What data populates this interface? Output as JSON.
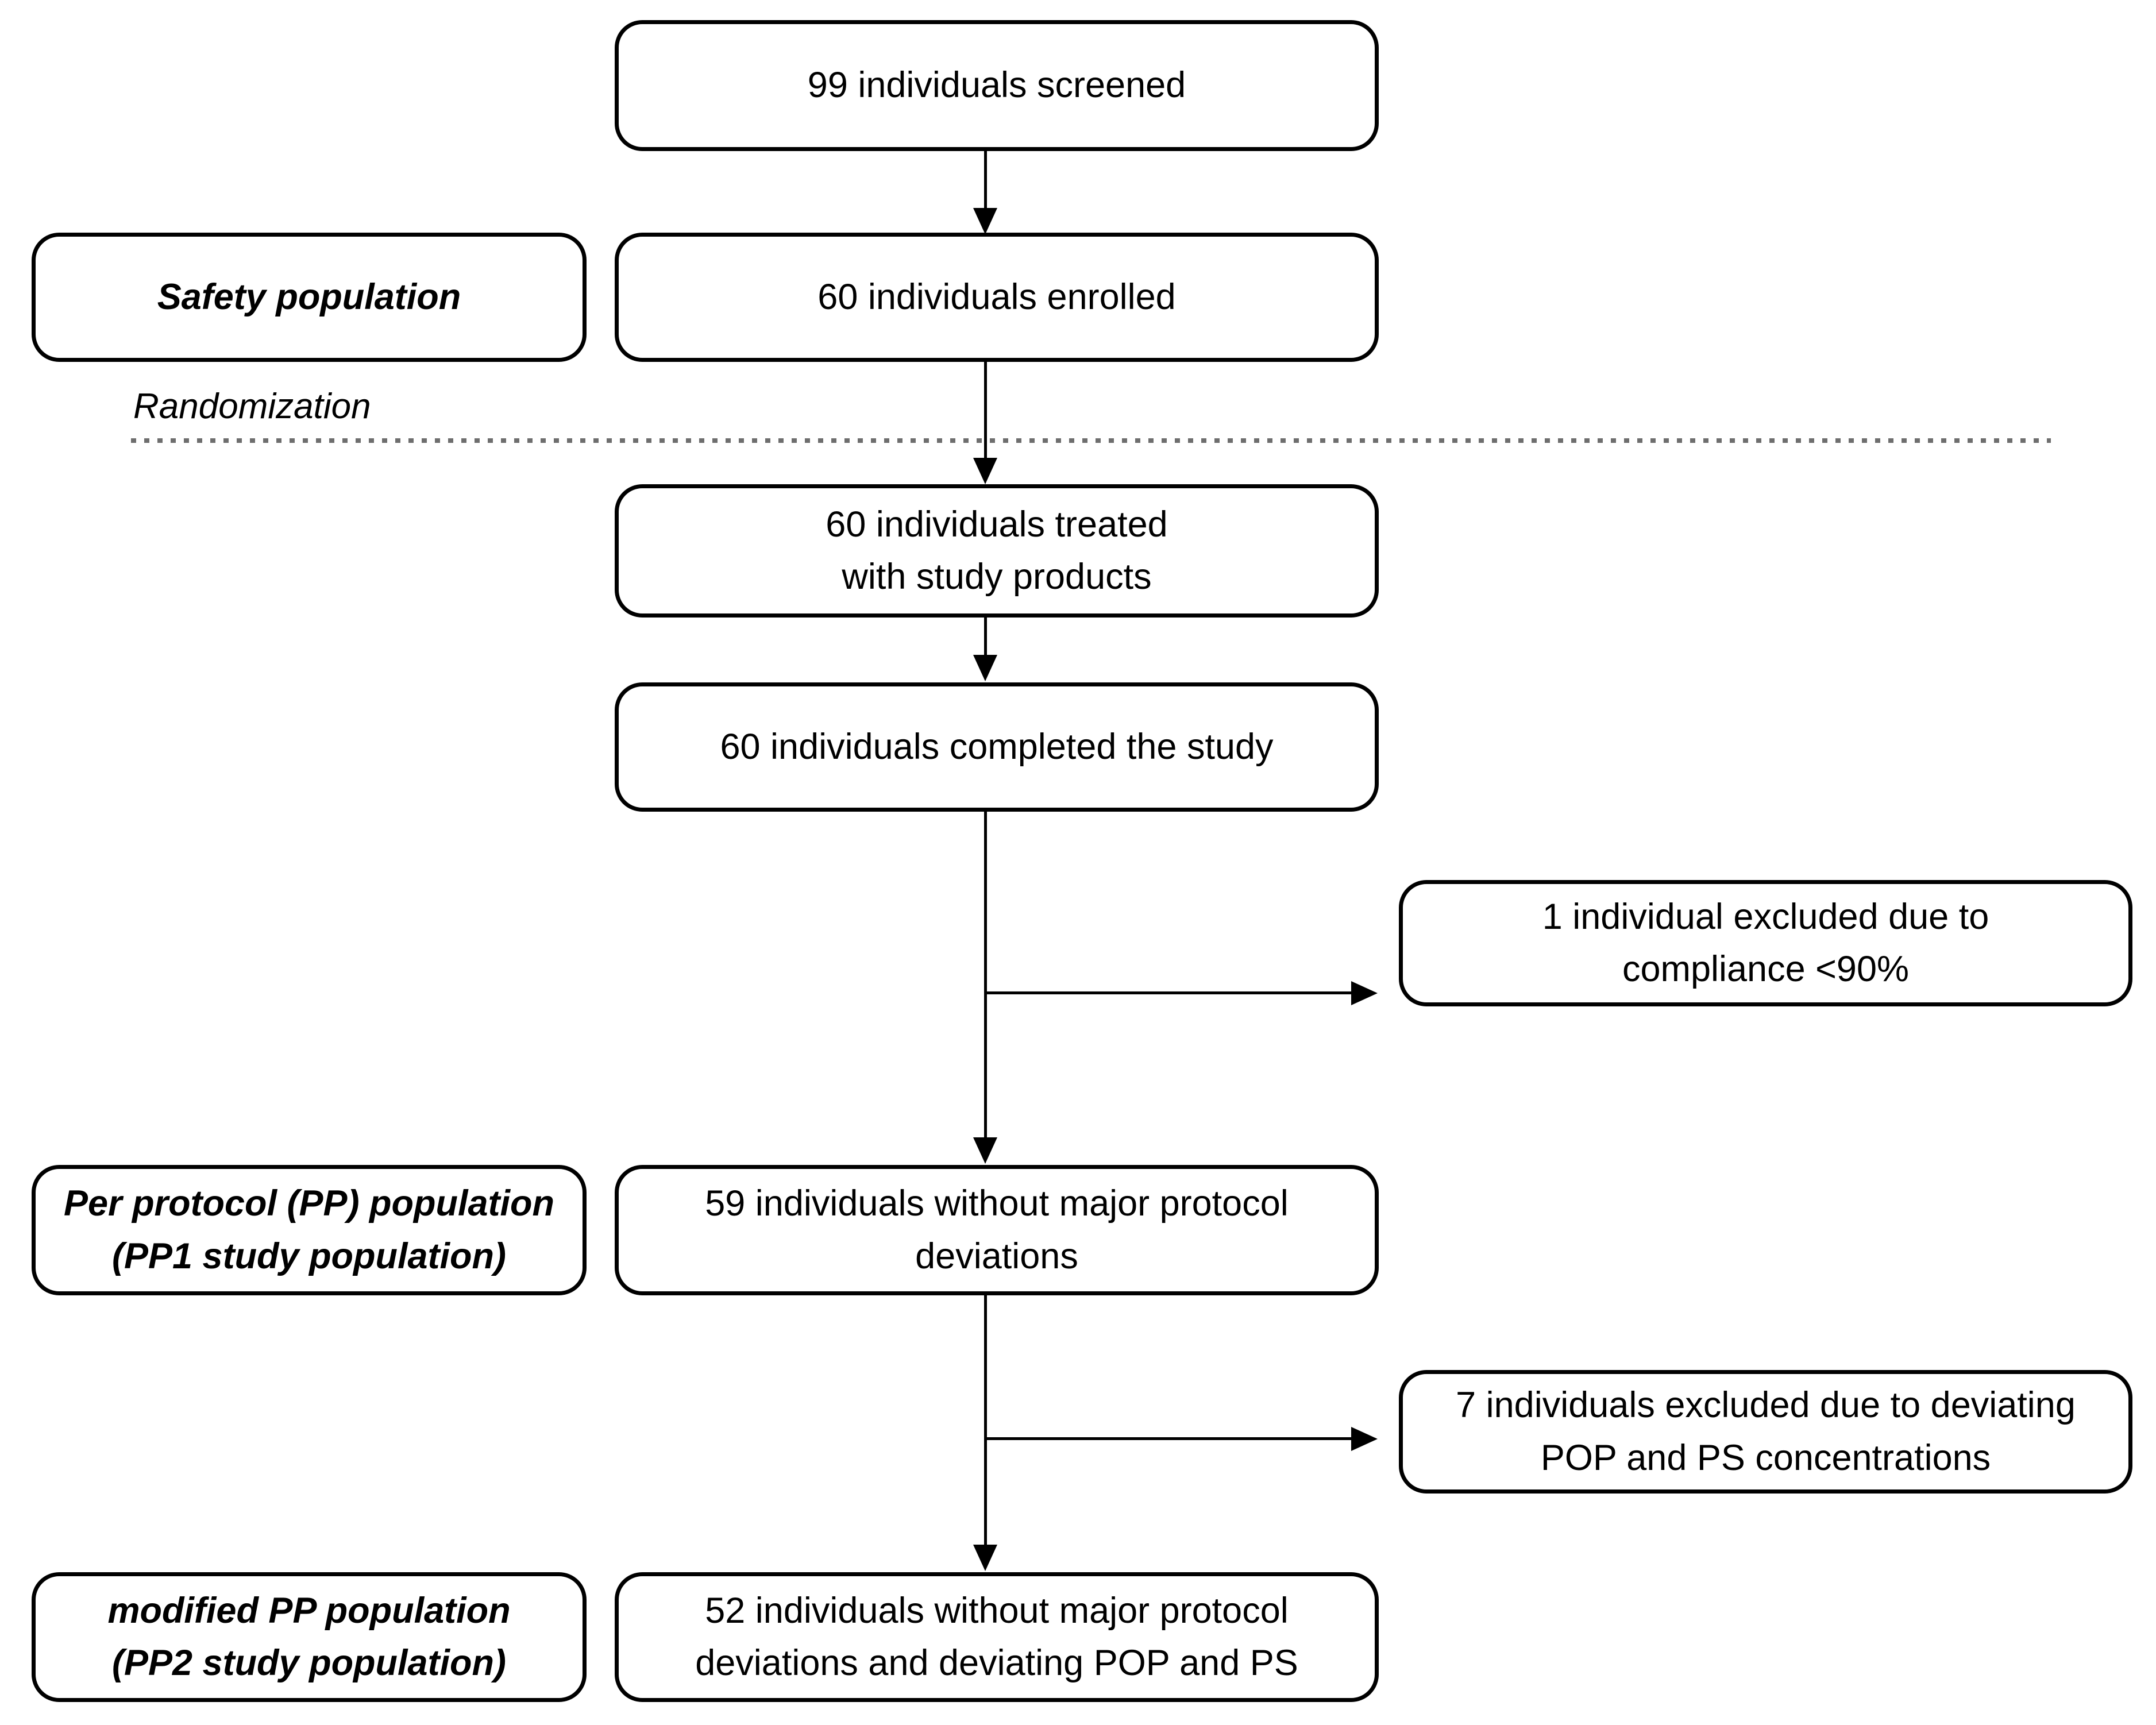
{
  "diagram": {
    "title_hint": "participant-flow-diagram",
    "flow_boxes": {
      "screened": {
        "text": "99 individuals screened"
      },
      "enrolled": {
        "text": "60 individuals enrolled"
      },
      "treated": {
        "text": "60 individuals treated\nwith study products"
      },
      "completed": {
        "text": "60 individuals completed the study"
      },
      "pp1": {
        "text": "59 individuals without major protocol\ndeviations"
      },
      "pp2": {
        "text": "52 individuals without major protocol\ndeviations and deviating POP and PS"
      }
    },
    "exclusion_boxes": {
      "compliance": {
        "text": "1 individual excluded due to\ncompliance <90%"
      },
      "pop_ps": {
        "text": "7 individuals excluded due to deviating\nPOP and PS concentrations"
      }
    },
    "side_labels": {
      "safety": {
        "text": "Safety population"
      },
      "pp1_label": {
        "text": "Per protocol (PP) population\n(PP1 study population)"
      },
      "pp2_label": {
        "text": "modified PP population\n(PP2 study population)"
      }
    },
    "annotations": {
      "randomization": {
        "text": "Randomization"
      }
    },
    "colors": {
      "box_border": "#000000",
      "box_fill": "#ffffff",
      "text": "#000000",
      "dotted_divider": "#6e6e6e"
    }
  }
}
